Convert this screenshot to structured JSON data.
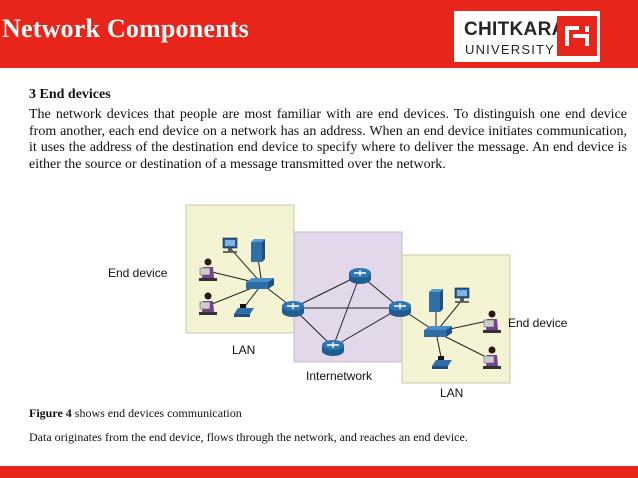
{
  "header": {
    "title": "Network Components",
    "logo": {
      "name": "CHITKARA",
      "subtitle": "UNIVERSITY"
    }
  },
  "content": {
    "heading": "3 End devices",
    "paragraph": "The network devices that people are most familiar with are end devices. To distinguish one end device from another, each end device on a network has an address. When an end device initiates communication, it uses the address of the destination end device to specify where to deliver the message. An end device is either the source or destination of a message transmitted over the network."
  },
  "diagram": {
    "labels": {
      "end_device_left": "End device",
      "end_device_right": "End device",
      "lan_left": "LAN",
      "lan_right": "LAN",
      "internetwork": "Internetwork"
    },
    "colors": {
      "lan_zone": "#f4f4d4",
      "internetwork_zone": "#e3d7ea",
      "router": "#2e77b3",
      "link": "#222222"
    }
  },
  "caption": {
    "label": "Figure 4",
    "text": "shows end devices communication"
  },
  "footnote": "Data originates from the end device, flows through the network, and reaches an end device.",
  "theme": {
    "accent": "#e8251b"
  }
}
